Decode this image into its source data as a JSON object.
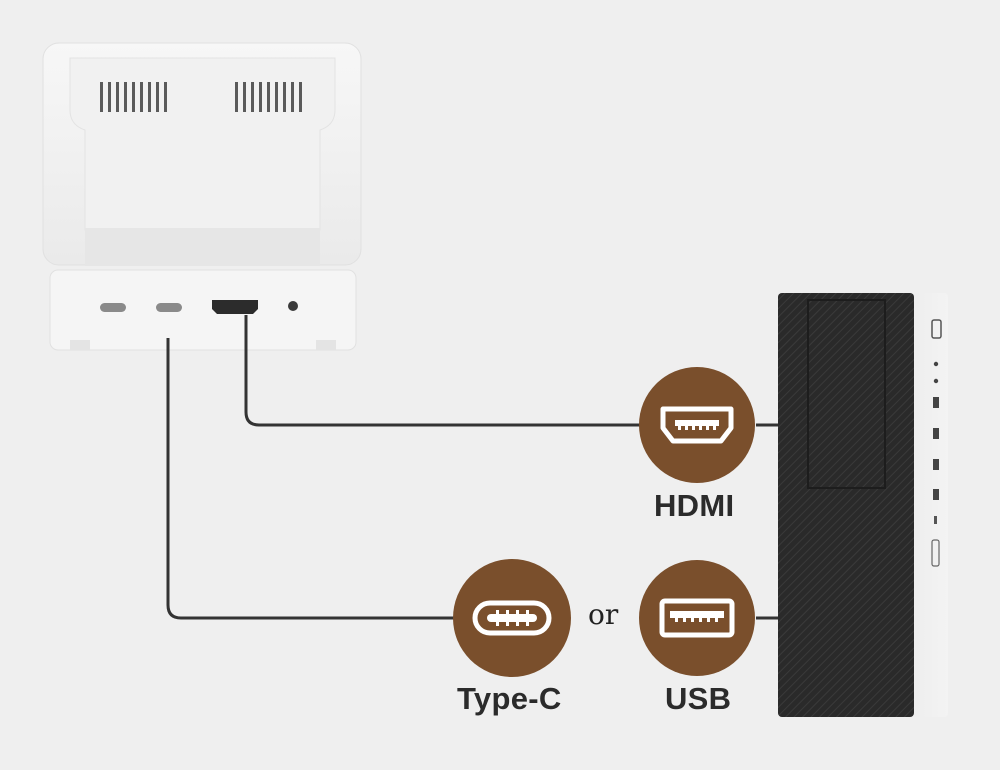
{
  "labels": {
    "hdmi": "HDMI",
    "type_c": "Type-C",
    "usb": "USB",
    "or": "or"
  },
  "colors": {
    "background": "#efefef",
    "badge": "#7a4f2c",
    "cable": "#333333",
    "device": "#f4f4f4",
    "tower": "#262626"
  },
  "icons": [
    "hdmi-port-icon",
    "type-c-port-icon",
    "usb-port-icon"
  ]
}
